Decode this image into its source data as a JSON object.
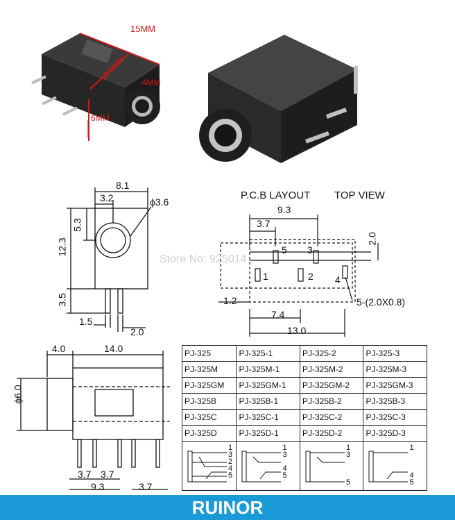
{
  "photo_labels": {
    "width": "15MM",
    "length": "12.5MM",
    "hole": "4MM",
    "height": "6MM"
  },
  "front_view": {
    "dims": {
      "w81": "8.1",
      "w32": "3.2",
      "phi": "ϕ3.6",
      "h53": "5.3",
      "h123": "12.3",
      "h35": "3.5",
      "w15": "1.5",
      "w20": "2.0"
    }
  },
  "pcb_layout": {
    "title": "P.C.B LAYOUT",
    "subtitle": "TOP VIEW",
    "dims": {
      "w93": "9.3",
      "w37": "3.7",
      "h20": "2.0",
      "w12": "1.2",
      "w74": "7.4",
      "w130": "13.0",
      "pad": "5-(2.0X0.8)"
    },
    "pins": [
      "1",
      "2",
      "3",
      "4",
      "5"
    ]
  },
  "side_view": {
    "dims": {
      "w40": "4.0",
      "w140": "14.0",
      "phi6": "ϕ6.0",
      "a37": "3.7",
      "b37": "3.7",
      "c37": "3.7",
      "w93": "9.3"
    }
  },
  "watermark": "Store No: 925014",
  "models": [
    [
      "PJ-325",
      "PJ-325-1",
      "PJ-325-2",
      "PJ-325-3"
    ],
    [
      "PJ-325M",
      "PJ-325M-1",
      "PJ-325M-2",
      "PJ-325M-3"
    ],
    [
      "PJ-325GM",
      "PJ-325GM-1",
      "PJ-325GM-2",
      "PJ-325GM-3"
    ],
    [
      "PJ-325B",
      "PJ-325B-1",
      "PJ-325B-2",
      "PJ-325B-3"
    ],
    [
      "PJ-325C",
      "PJ-325C-1",
      "PJ-325C-2",
      "PJ-325C-3"
    ],
    [
      "PJ-325D",
      "PJ-325D-1",
      "PJ-325D-2",
      "PJ-325D-3"
    ]
  ],
  "schematic_pins": [
    [
      "1",
      "3",
      "2",
      "4",
      "5"
    ],
    [
      "1",
      "3",
      "4",
      "5"
    ],
    [
      "1",
      "3",
      "5"
    ],
    [
      "1",
      "4",
      "5"
    ]
  ],
  "brand": "RUINOR",
  "colors": {
    "footer": "#1a9bd8",
    "dimension_red": "#d01818"
  }
}
